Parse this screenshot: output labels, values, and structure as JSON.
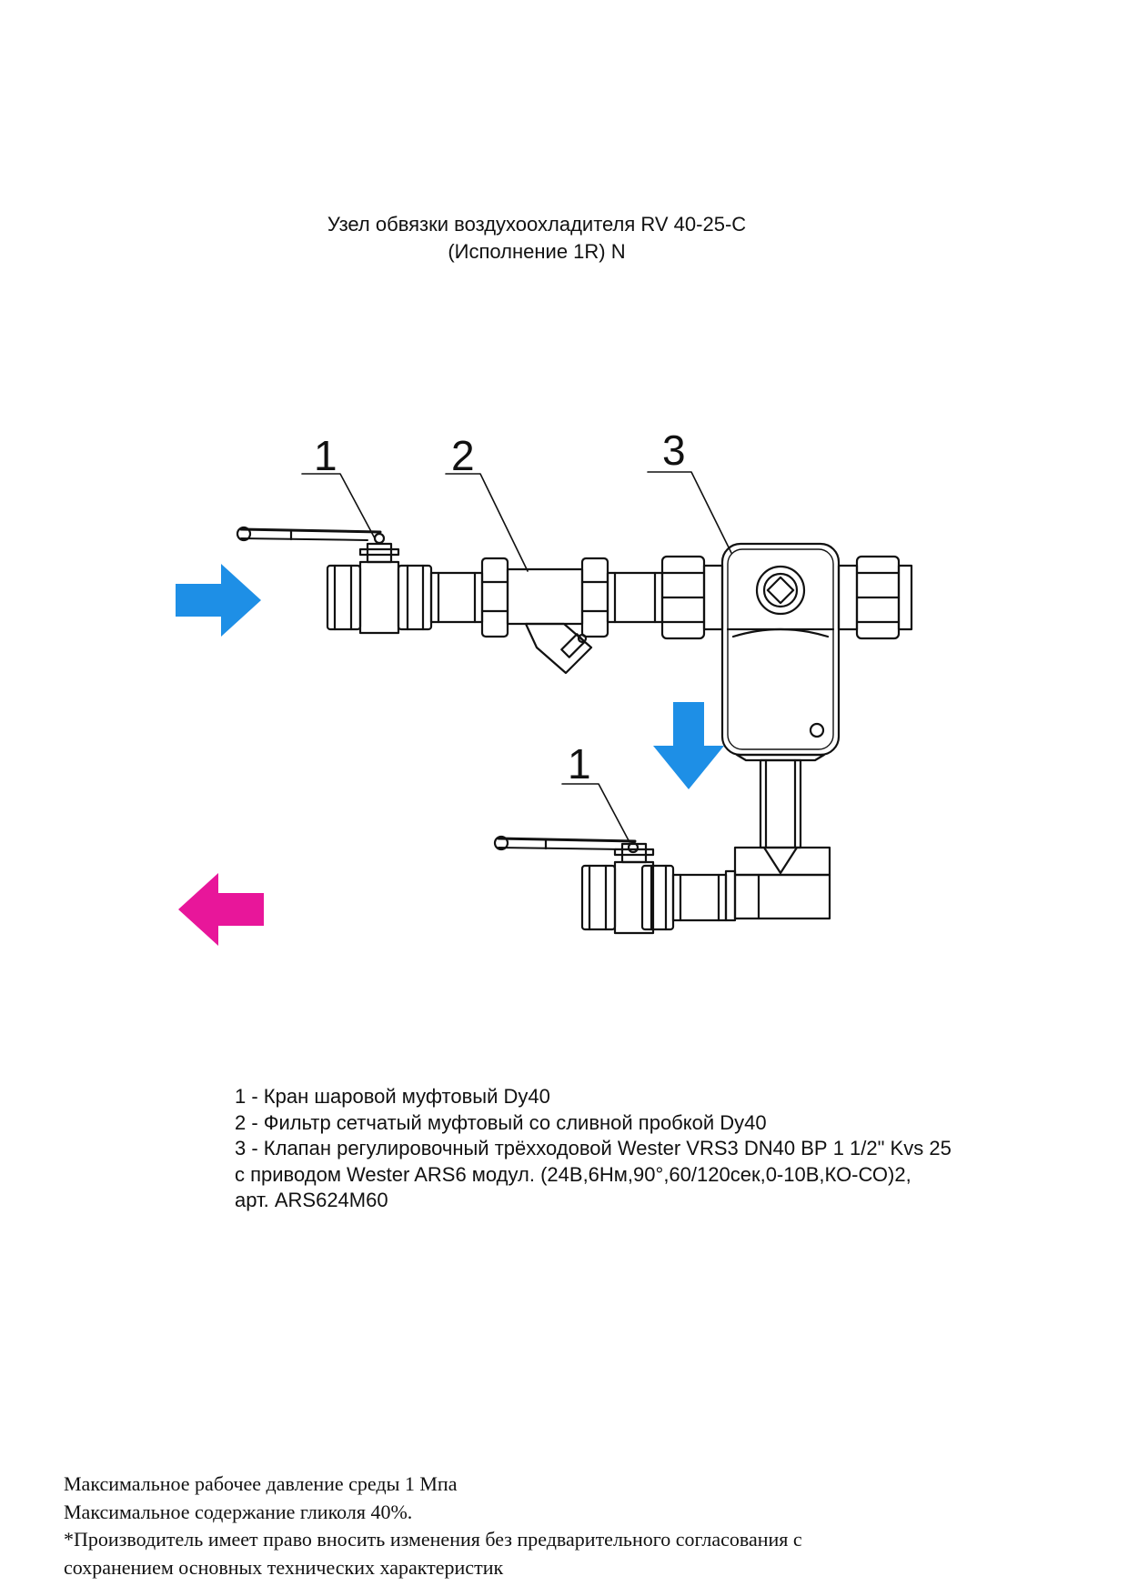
{
  "title": {
    "line1": "Узел обвязки воздухоохладителя RV 40-25-C",
    "line2": "(Исполнение 1R) N"
  },
  "callouts": [
    "1",
    "2",
    "3",
    "1"
  ],
  "legend": {
    "lines": [
      "1 - Кран шаровой муфтовый Dy40",
      "2 - Фильтр сетчатый муфтовый со сливной пробкой Dy40",
      "3 - Клапан регулировочный трёхходовой Wester VRS3 DN40 ВР 1 1/2\" Kvs 25",
      "с приводом Wester ARS6 модул. (24В,6Нм,90°,60/120сек,0-10В,КО-СО)2,",
      "арт. ARS624M60"
    ]
  },
  "notes": {
    "lines": [
      "Максимальное рабочее давление среды 1 Мпа",
      "Максимальное содержание гликоля 40%.",
      "*Производитель имеет право вносить изменения без предварительного согласования с",
      "сохранением основных технических характеристик"
    ]
  },
  "colors": {
    "inlet_arrow": "#1e8fe6",
    "flow_arrow": "#1e8fe6",
    "outlet_arrow": "#e8169a",
    "line": "#111111"
  },
  "icons": {
    "inlet_arrow": "arrow-right",
    "flow_arrow": "arrow-down",
    "outlet_arrow": "arrow-left"
  }
}
